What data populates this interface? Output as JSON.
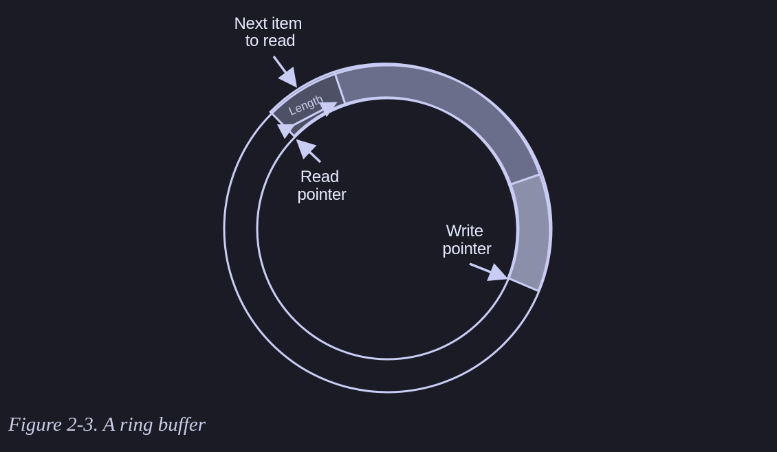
{
  "labels": {
    "next_item": [
      "Next item",
      "to read"
    ],
    "length": "Length",
    "read_pointer": [
      "Read",
      "pointer"
    ],
    "write_pointer": [
      "Write",
      "pointer"
    ]
  },
  "caption": "Figure 2-3. A ring buffer",
  "colors": {
    "background": "#1b1b26",
    "ring_stroke": "#c9cdf4",
    "unread_region": "#6b6e8a",
    "written_region": "#8b8faa",
    "next_item_region": "#4e5166",
    "text": "#e4e8fb"
  }
}
